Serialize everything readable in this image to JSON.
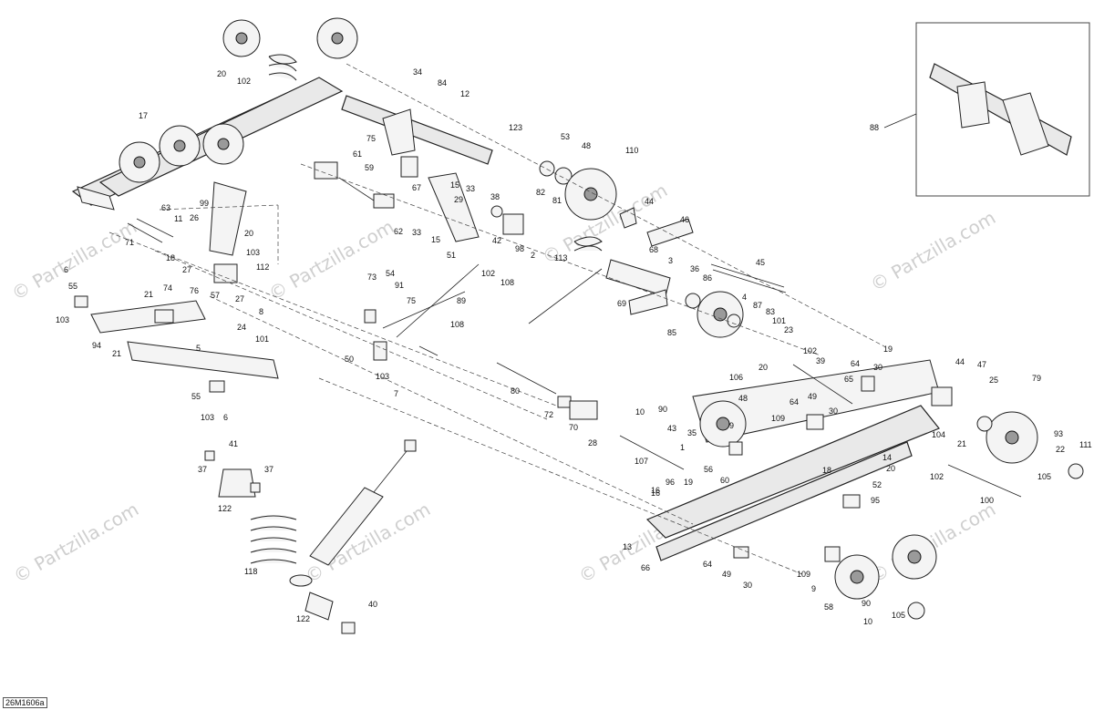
{
  "diagram": {
    "reference_code": "26M1606a",
    "watermark": "© Partzilla.com",
    "callouts": [
      "20",
      "102",
      "17",
      "34",
      "84",
      "12",
      "123",
      "53",
      "48",
      "110",
      "75",
      "61",
      "59",
      "15",
      "33",
      "67",
      "29",
      "38",
      "82",
      "81",
      "44",
      "46",
      "99",
      "63",
      "11",
      "26",
      "20",
      "71",
      "6",
      "62",
      "33",
      "15",
      "42",
      "98",
      "2",
      "113",
      "68",
      "18",
      "27",
      "103",
      "112",
      "57",
      "27",
      "8",
      "51",
      "102",
      "108",
      "3",
      "36",
      "45",
      "55",
      "74",
      "76",
      "21",
      "73",
      "54",
      "91",
      "75",
      "89",
      "69",
      "86",
      "4",
      "87",
      "83",
      "101",
      "103",
      "94",
      "21",
      "24",
      "5",
      "101",
      "50",
      "103",
      "7",
      "108",
      "85",
      "23",
      "20",
      "102",
      "39",
      "64",
      "19",
      "30",
      "44",
      "47",
      "25",
      "79",
      "55",
      "103",
      "6",
      "80",
      "72",
      "70",
      "28",
      "10",
      "90",
      "43",
      "35",
      "106",
      "48",
      "109",
      "9",
      "64",
      "49",
      "30",
      "65",
      "104",
      "1",
      "56",
      "60",
      "21",
      "93",
      "22",
      "111",
      "41",
      "37",
      "37",
      "107",
      "19",
      "20",
      "18",
      "14",
      "102",
      "105",
      "122",
      "96",
      "52",
      "95",
      "100",
      "16",
      "13",
      "66",
      "64",
      "49",
      "30",
      "109",
      "9",
      "58",
      "90",
      "10",
      "105",
      "118",
      "40",
      "122",
      "88",
      "16"
    ]
  }
}
